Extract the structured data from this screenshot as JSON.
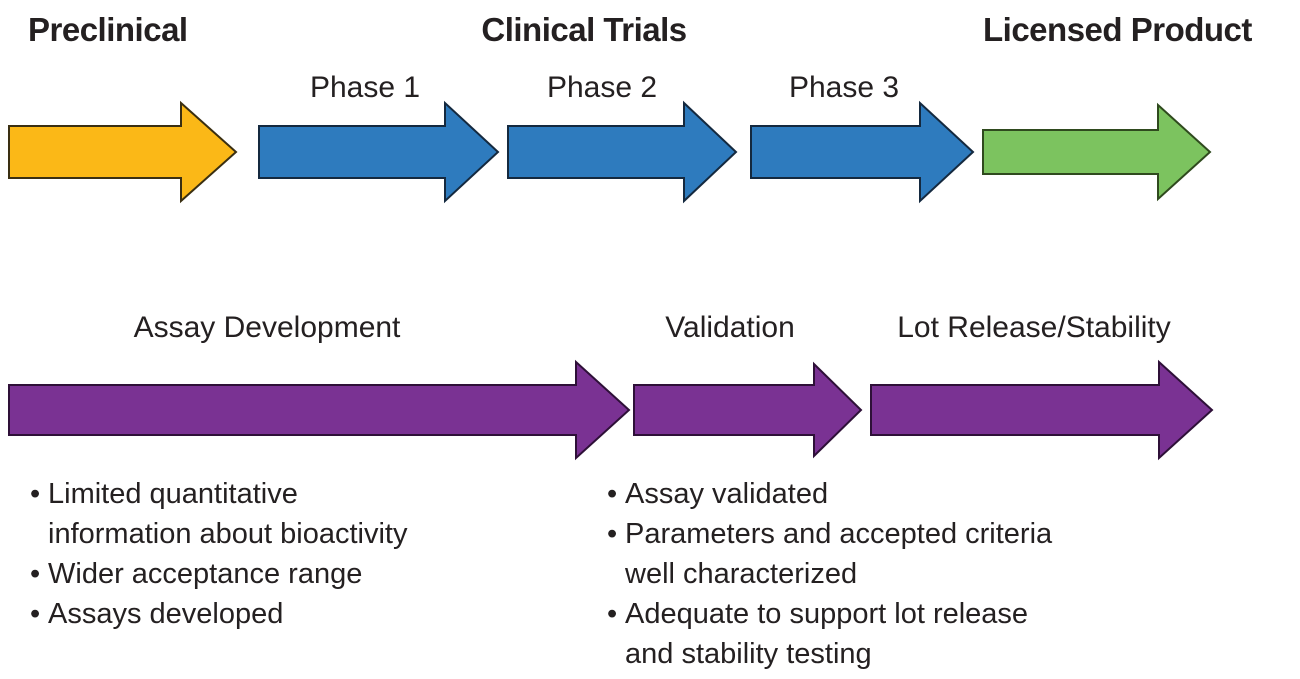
{
  "top": {
    "titles": {
      "preclinical": "Preclinical",
      "clinical_trials": "Clinical Trials",
      "licensed_product": "Licensed Product"
    },
    "phases": [
      "Phase 1",
      "Phase 2",
      "Phase 3"
    ]
  },
  "middle": {
    "labels": [
      "Assay Development",
      "Validation",
      "Lot Release/Stability"
    ]
  },
  "colors": {
    "text": "#242021",
    "orange_fill": "#FBB817",
    "orange_stroke": "#3A2F12",
    "blue_fill": "#2E7BBE",
    "blue_stroke": "#14293F",
    "green_fill": "#7CC35F",
    "green_stroke": "#2F4A1E",
    "purple_fill": "#7A3293",
    "purple_stroke": "#2E1038"
  },
  "arrows": [
    {
      "name": "arrow-preclinical",
      "fill": "#FBB817",
      "stroke": "#3A2F12"
    },
    {
      "name": "arrow-phase-1",
      "fill": "#2E7BBE",
      "stroke": "#14293F"
    },
    {
      "name": "arrow-phase-2",
      "fill": "#2E7BBE",
      "stroke": "#14293F"
    },
    {
      "name": "arrow-phase-3",
      "fill": "#2E7BBE",
      "stroke": "#14293F"
    },
    {
      "name": "arrow-licensed-product",
      "fill": "#7CC35F",
      "stroke": "#2F4A1E"
    },
    {
      "name": "arrow-assay-development",
      "fill": "#7A3293",
      "stroke": "#2E1038"
    },
    {
      "name": "arrow-validation",
      "fill": "#7A3293",
      "stroke": "#2E1038"
    },
    {
      "name": "arrow-lot-release",
      "fill": "#7A3293",
      "stroke": "#2E1038"
    }
  ],
  "bullets": {
    "marker": "•",
    "left": [
      {
        "lines": [
          "Limited quantitative",
          "information about bioactivity"
        ]
      },
      {
        "lines": [
          "Wider acceptance range"
        ]
      },
      {
        "lines": [
          "Assays developed"
        ]
      }
    ],
    "right": [
      {
        "lines": [
          "Assay validated"
        ]
      },
      {
        "lines": [
          "Parameters and accepted criteria",
          "well characterized"
        ]
      },
      {
        "lines": [
          "Adequate to support lot release",
          "and stability testing"
        ]
      }
    ]
  }
}
